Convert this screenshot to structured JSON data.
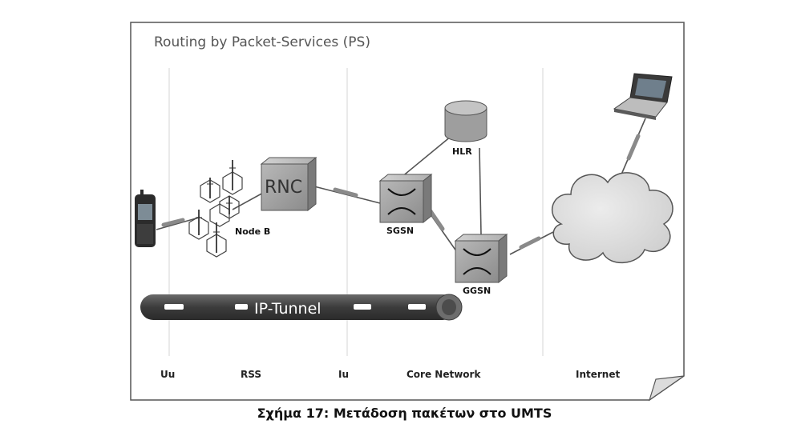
{
  "title": "Routing by Packet-Services (PS)",
  "nodes": {
    "rnc": "RNC",
    "node_b": "Node B",
    "sgsn": "SGSN",
    "ggsn": "GGSN",
    "hlr": "HLR"
  },
  "tunnel_label": "IP-Tunnel",
  "zones": [
    "Uu",
    "RSS",
    "Iu",
    "Core Network",
    "Internet"
  ],
  "caption": "Σχήμα 17: Μετάδοση πακέτων στο UMTS",
  "colors": {
    "node_fill": "#9a9a9a",
    "tunnel": "#4a4a4a",
    "frame_border": "#555555"
  }
}
